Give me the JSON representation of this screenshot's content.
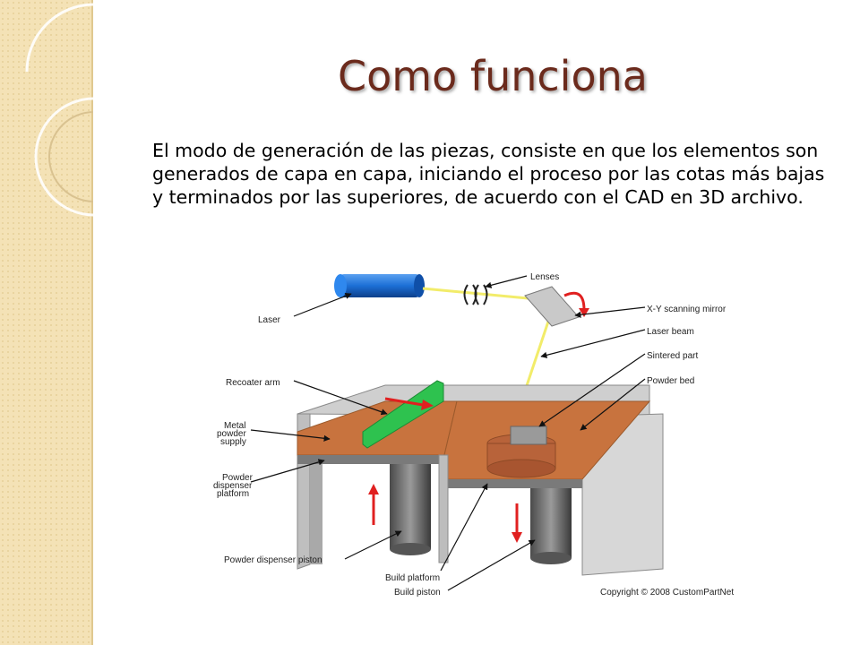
{
  "slide": {
    "title": "Como funciona",
    "body": "El modo de generación de las piezas, consiste en que los elementos son generados de capa en capa, iniciando el proceso por las cotas más bajas y terminados por las superiores, de acuerdo con el CAD en 3D archivo."
  },
  "diagram": {
    "labels": {
      "lenses": "Lenses",
      "laser": "Laser",
      "xy_mirror": "X-Y scanning mirror",
      "laser_beam": "Laser beam",
      "sintered_part": "Sintered part",
      "powder_bed": "Powder bed",
      "recoater_arm": "Recoater arm",
      "metal_powder_supply": [
        "Metal",
        "powder",
        "supply"
      ],
      "powder_dispenser_platform": [
        "Powder",
        "dispenser",
        "platform"
      ],
      "powder_dispenser_piston": "Powder dispenser piston",
      "build_platform": "Build platform",
      "build_piston": "Build piston"
    },
    "copyright": "Copyright © 2008 CustomPartNet"
  },
  "colors": {
    "title": "#6b2a1c",
    "sidebar": "#f4e2b6",
    "powder": "#c8733e",
    "laser_body": "#1c6fd6",
    "recoater": "#2ec24f",
    "arrow": "#e02020",
    "beam": "#f2ec6a"
  }
}
